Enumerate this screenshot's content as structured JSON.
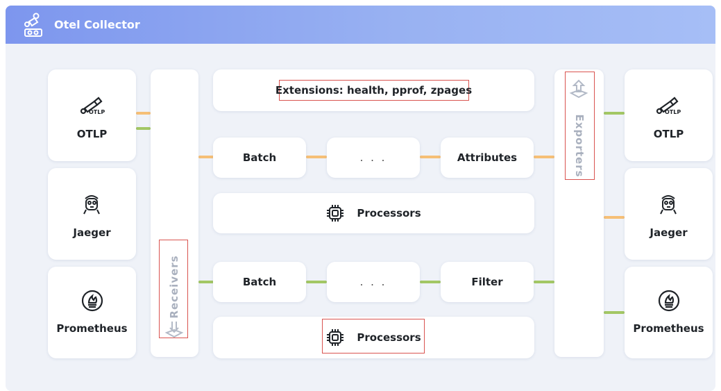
{
  "title": "Otel Collector",
  "colors": {
    "orange_wire": "#f6bf76",
    "green_wire": "#a3c764",
    "highlight": "#d9534f",
    "header": "#8aa3f0"
  },
  "receivers": {
    "label": "Receivers",
    "items": [
      {
        "name": "OTLP",
        "icon": "otlp-telescope-icon"
      },
      {
        "name": "Jaeger",
        "icon": "jaeger-gopher-icon"
      },
      {
        "name": "Prometheus",
        "icon": "prometheus-flame-icon"
      }
    ]
  },
  "exporters": {
    "label": "Exporters",
    "items": [
      {
        "name": "OTLP",
        "icon": "otlp-telescope-icon"
      },
      {
        "name": "Jaeger",
        "icon": "jaeger-gopher-icon"
      },
      {
        "name": "Prometheus",
        "icon": "prometheus-flame-icon"
      }
    ]
  },
  "extensions": "Extensions: health, pprof, zpages",
  "pipeline1": {
    "steps": [
      "Batch",
      ". . .",
      "Attributes"
    ],
    "processors_label": "Processors"
  },
  "pipeline2": {
    "steps": [
      "Batch",
      ". . .",
      "Filter"
    ],
    "processors_label": "Processors"
  }
}
